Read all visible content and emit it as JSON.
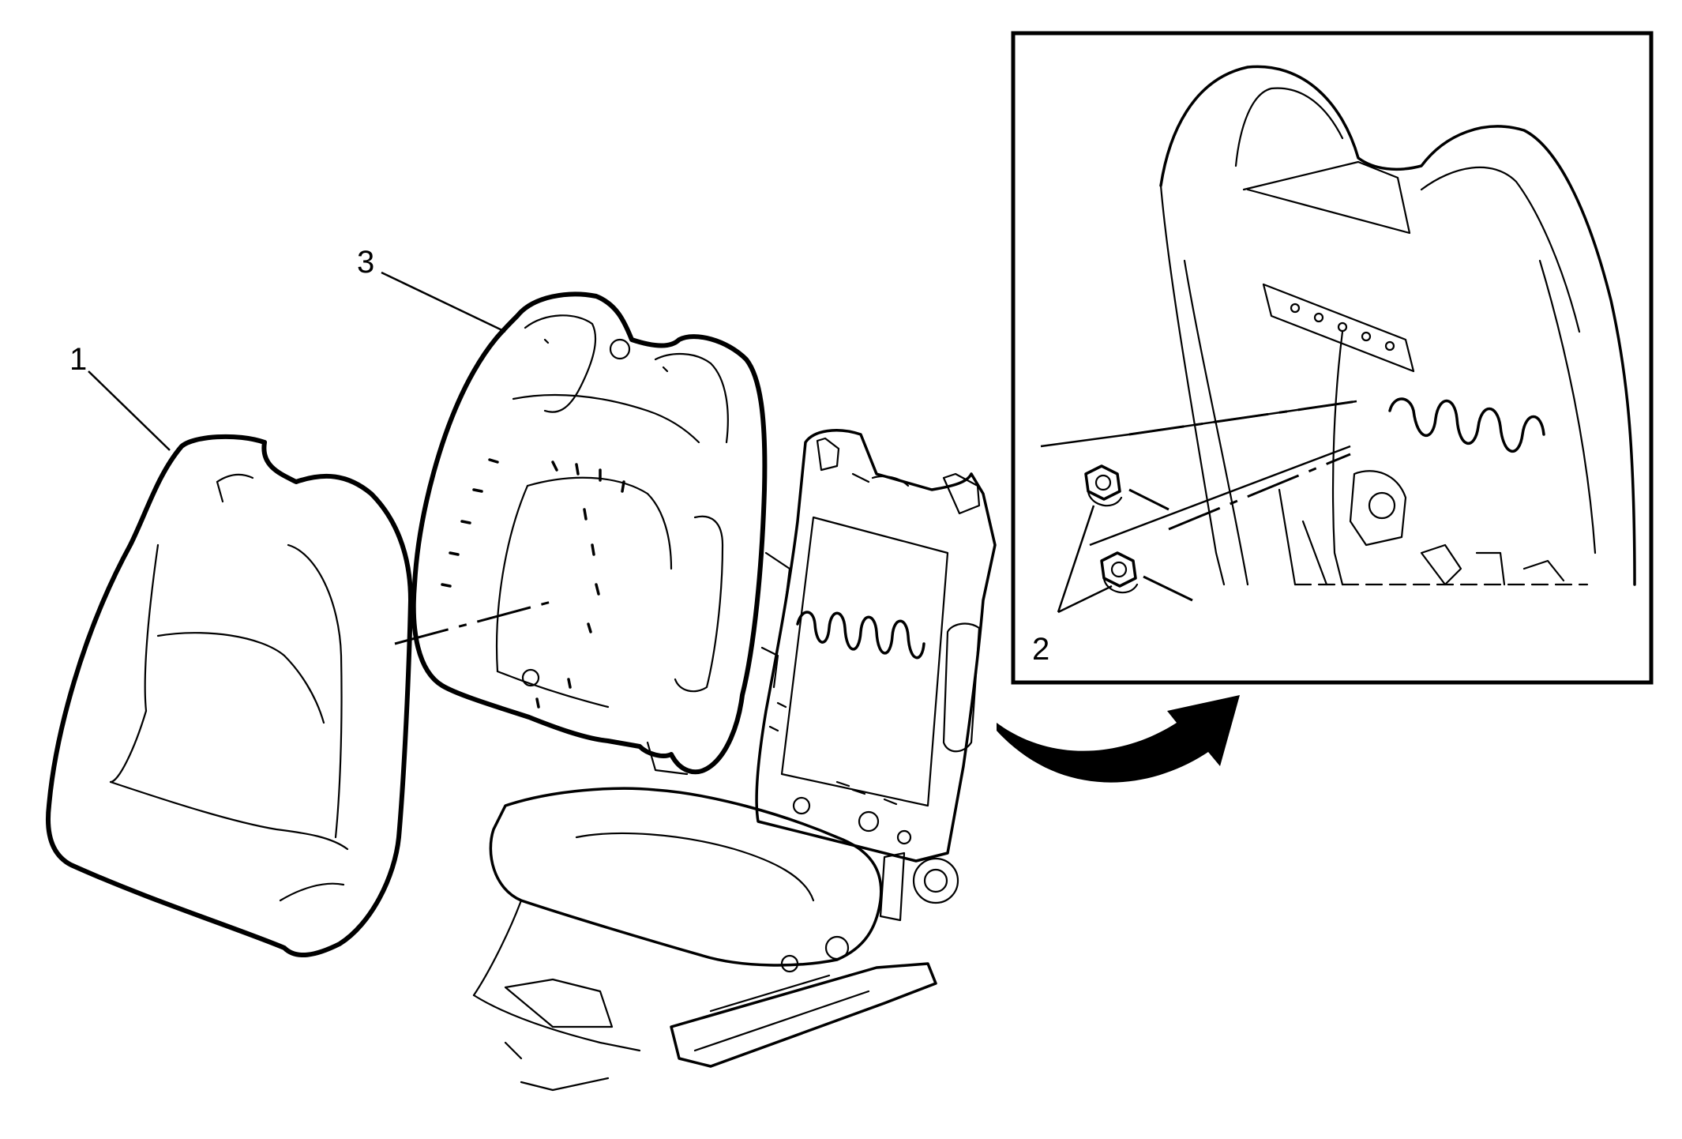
{
  "callouts": {
    "seat_back_cover": "1",
    "nuts": "2",
    "seat_back_pad": "3"
  },
  "colors": {
    "line": "#000000",
    "background": "#ffffff"
  }
}
